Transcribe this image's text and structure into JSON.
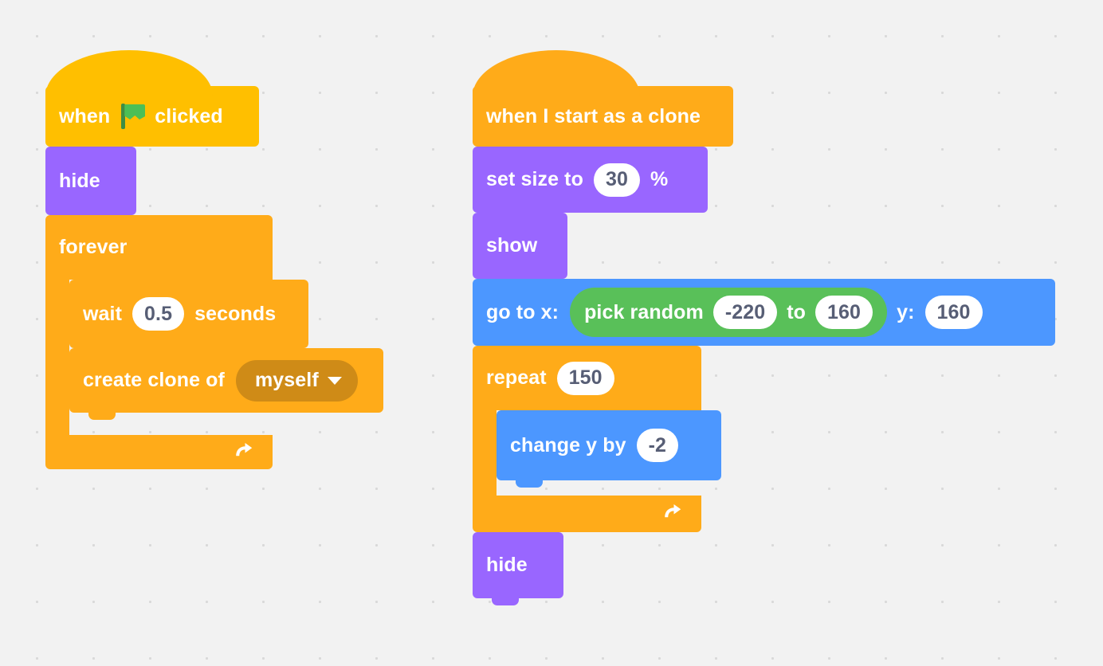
{
  "editor": {
    "name": "scratch-block-workspace",
    "background_color": "#f2f2f2",
    "dot_color": "#d9d9d9"
  },
  "palette": {
    "events": "#ffbf00",
    "control": "#ffab19",
    "control_dark": "#cf8b17",
    "looks": "#9966ff",
    "motion": "#4c97ff",
    "operators": "#59c059",
    "input_text": "#575e75",
    "input_fill": "#ffffff"
  },
  "scripts": [
    {
      "id": "script-green-flag",
      "name": "green-flag-script",
      "blocks": {
        "hat": {
          "label_before": "when",
          "icon": "green-flag-icon",
          "label_after": "clicked"
        },
        "hide": {
          "label": "hide"
        },
        "forever": {
          "label": "forever",
          "loop_icon": "loop-arrow-icon"
        },
        "wait": {
          "label_before": "wait",
          "value": "0.5",
          "label_after": "seconds"
        },
        "create_clone": {
          "label": "create clone of",
          "dropdown_value": "myself",
          "dropdown_icon": "chevron-down-icon"
        }
      }
    },
    {
      "id": "script-clone",
      "name": "clone-start-script",
      "blocks": {
        "hat": {
          "label": "when I start as a clone"
        },
        "set_size": {
          "label_before": "set size to",
          "value": "30",
          "label_after": "%"
        },
        "show": {
          "label": "show"
        },
        "go_to_xy": {
          "label_x": "go to x:",
          "label_y": "y:",
          "y_value": "160",
          "pick_random": {
            "label_before": "pick random",
            "from": "-220",
            "label_middle": "to",
            "to": "160"
          }
        },
        "repeat": {
          "label": "repeat",
          "value": "150",
          "loop_icon": "loop-arrow-icon"
        },
        "change_y": {
          "label": "change y by",
          "value": "-2"
        },
        "hide": {
          "label": "hide"
        }
      }
    }
  ]
}
